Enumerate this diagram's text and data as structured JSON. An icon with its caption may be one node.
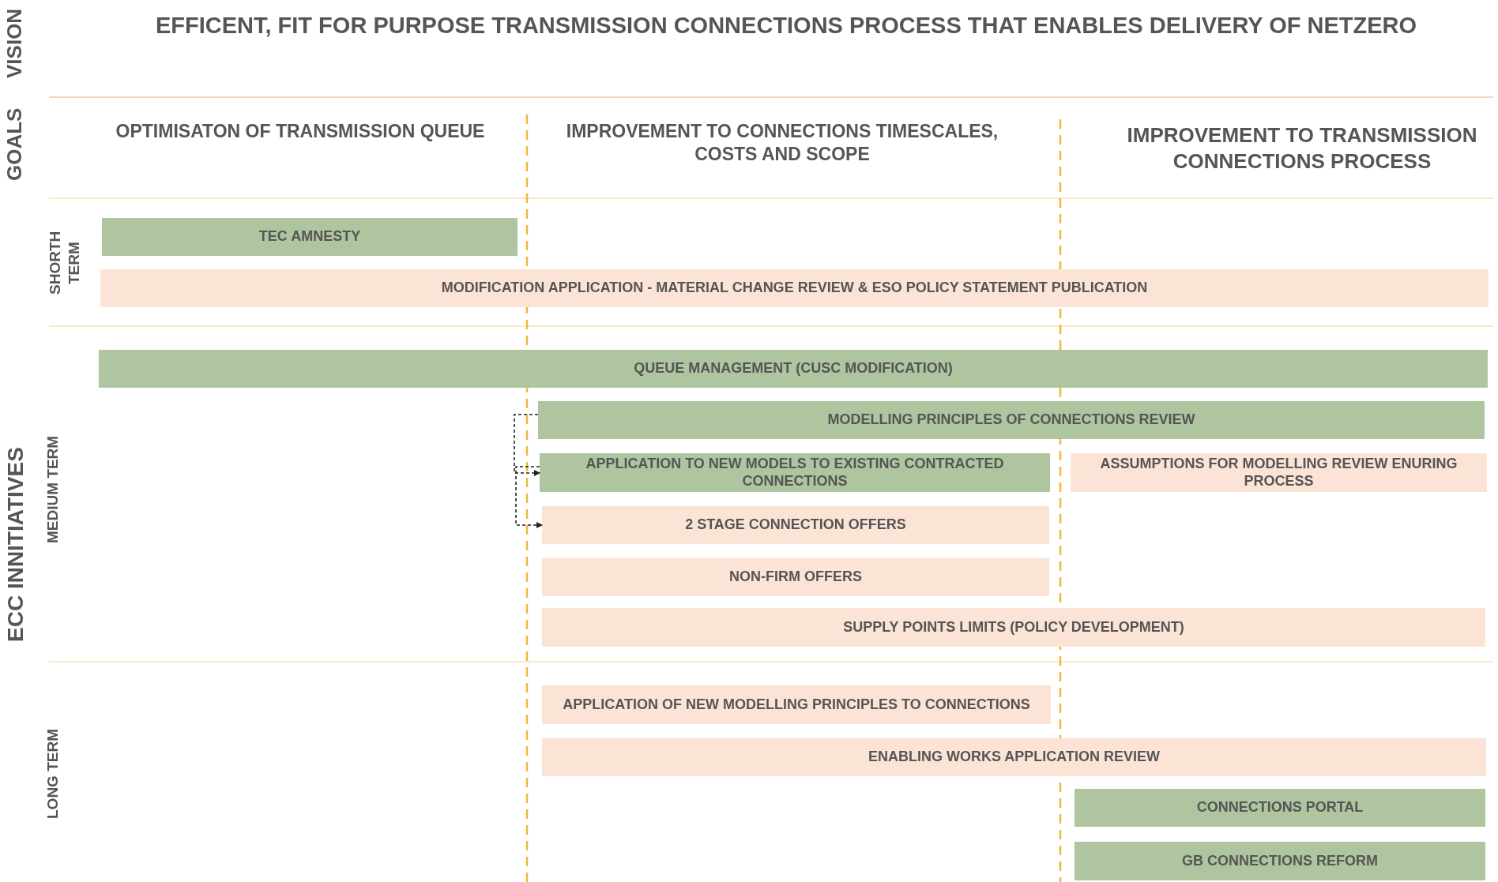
{
  "diagram": {
    "nodes": [
      {
        "text": [
          "TEC AMNESTY"
        ]
      },
      {
        "text": [
          "MODIFICATION APPLICATION - MATERIAL CHANGE REVIEW & ESO POLICY STATEMENT PUBLICATION"
        ]
      },
      {
        "text": [
          "QUEUE MANAGEMENT (CUSC MODIFICATION)"
        ]
      },
      {
        "text": [
          "MODELLING PRINCIPLES OF CONNECTIONS REVIEW"
        ]
      },
      {
        "text": [
          "APPLICATION TO NEW MODELS TO EXISTING CONTRACTED CONNECTIONS"
        ]
      },
      {
        "text": [
          "ASSUMPTIONS FOR MODELLING REVIEW ENURING PROCESS"
        ]
      },
      {
        "text": [
          "2 STAGE CONNECTION OFFERS"
        ]
      },
      {
        "text": [
          "NON-FIRM OFFERS"
        ]
      },
      {
        "text": [
          "SUPPLY POINTS LIMITS (POLICY DEVELOPMENT)"
        ]
      },
      {
        "text": [
          "APPLICATION OF NEW MODELLING PRINCIPLES TO CONNECTIONS"
        ]
      },
      {
        "text": [
          "ENABLING WORKS APPLICATION REVIEW"
        ]
      },
      {
        "text": [
          "CONNECTIONS PORTAL"
        ]
      },
      {
        "text": [
          "GB CONNECTIONS REFORM"
        ]
      }
    ],
    "edges": [
      {
        "from": 3,
        "to": 4,
        "arrow": "to",
        "style": "dashed"
      },
      {
        "from": 4,
        "to": 6,
        "arrow": "to",
        "style": "dashed"
      }
    ],
    "labels": [
      "VISION",
      "EFFICENT, FIT FOR PURPOSE TRANSMISSION CONNECTIONS PROCESS THAT ENABLES DELIVERY OF NETZERO",
      "GOALS",
      "OPTIMISATON OF TRANSMISSION QUEUE",
      "IMPROVEMENT TO CONNECTIONS TIMESCALES, COSTS AND SCOPE",
      "IMPROVEMENT TO TRANSMISSION CONNECTIONS PROCESS",
      "ECC INNITIATIVES",
      "SHORTH TERM",
      "MEDIUM TERM",
      "LONG TERM"
    ]
  }
}
